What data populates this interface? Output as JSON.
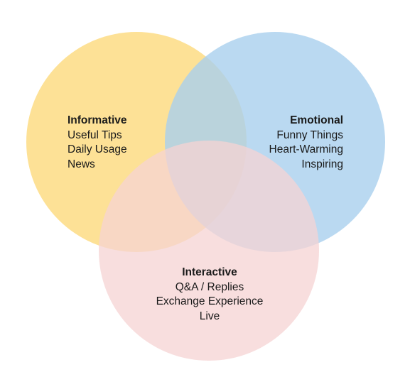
{
  "circles": [
    {
      "id": "informative",
      "title": "Informative",
      "items": [
        "Useful Tips",
        "Daily Usage",
        "News"
      ],
      "color": "#fcd97c"
    },
    {
      "id": "emotional",
      "title": "Emotional",
      "items": [
        "Funny Things",
        "Heart-Warming",
        "Inspiring"
      ],
      "color": "#a9d0ee"
    },
    {
      "id": "interactive",
      "title": "Interactive",
      "items": [
        "Q&A / Replies",
        "Exchange Experience",
        "Live"
      ],
      "color": "#f5d3d3"
    }
  ]
}
